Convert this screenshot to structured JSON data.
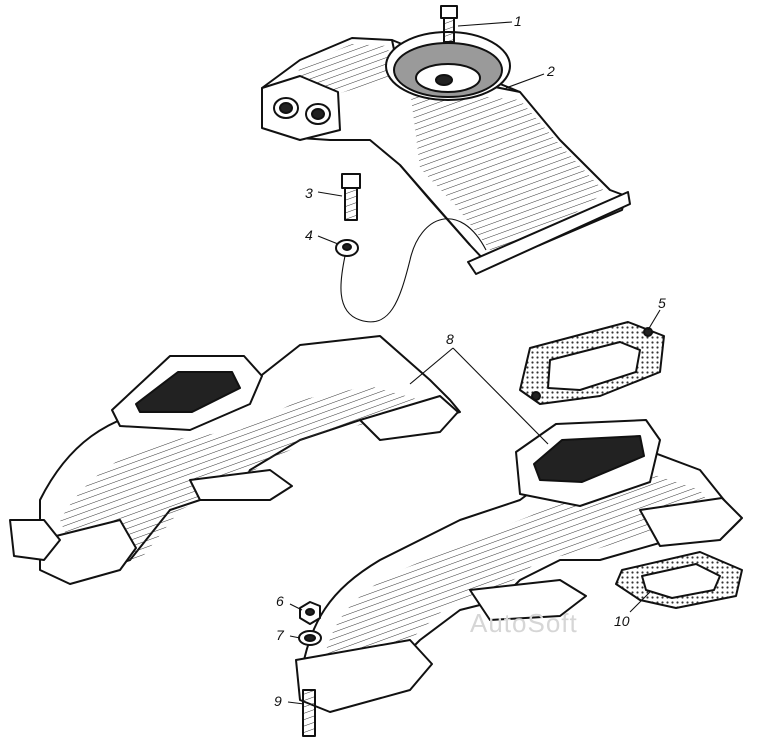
{
  "diagram": {
    "callouts": [
      {
        "id": "1",
        "label": "1"
      },
      {
        "id": "2",
        "label": "2"
      },
      {
        "id": "3",
        "label": "3"
      },
      {
        "id": "4",
        "label": "4"
      },
      {
        "id": "5",
        "label": "5"
      },
      {
        "id": "6",
        "label": "6"
      },
      {
        "id": "7",
        "label": "7"
      },
      {
        "id": "8",
        "label": "8"
      },
      {
        "id": "9",
        "label": "9"
      },
      {
        "id": "10",
        "label": "10"
      }
    ],
    "watermark": "AutoSoft"
  }
}
